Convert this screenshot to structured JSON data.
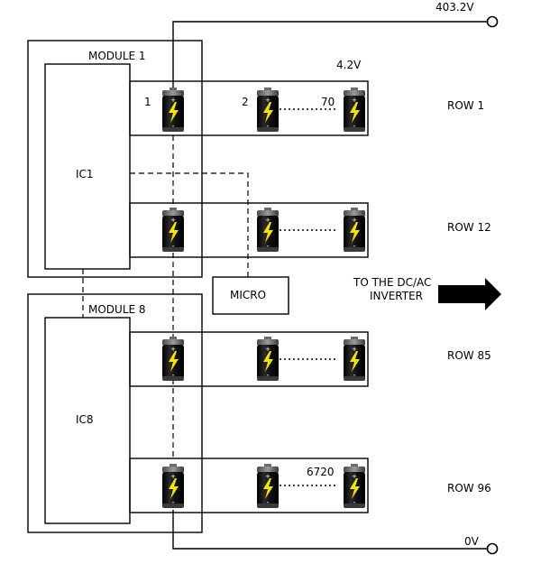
{
  "voltages": {
    "top": "403.2V",
    "cell": "4.2V",
    "bottom": "0V"
  },
  "modules": [
    {
      "label": "MODULE 1",
      "ic": "IC1"
    },
    {
      "label": "MODULE 8",
      "ic": "IC8"
    }
  ],
  "micro": "MICRO",
  "inverter": {
    "line1": "TO THE DC/AC",
    "line2": "INVERTER"
  },
  "rows": [
    {
      "label": "ROW 1"
    },
    {
      "label": "ROW 12"
    },
    {
      "label": "ROW 85"
    },
    {
      "label": "ROW 96"
    }
  ],
  "cell_numbers": {
    "first": "1",
    "second": "2",
    "last_in_row": "70",
    "last_total": "6720"
  },
  "colors": {
    "battery_body": "#1a1a1a",
    "bolt": "#f2e600",
    "wire": "#000000"
  }
}
